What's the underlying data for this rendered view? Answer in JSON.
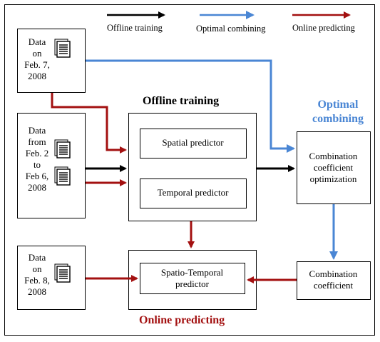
{
  "legend": {
    "offline": "Offline training",
    "optimal": "Optimal combining",
    "online": "Online predicting"
  },
  "colors": {
    "offline": "#000000",
    "optimal": "#4a86d4",
    "online": "#a31010"
  },
  "data_feb7": [
    "Data",
    "on",
    "Feb. 7,",
    "2008"
  ],
  "data_feb2_6": [
    "Data",
    "from",
    "Feb. 2",
    "to",
    "Feb 6,",
    "2008"
  ],
  "data_feb8": [
    "Data",
    "on",
    "Feb. 8,",
    "2008"
  ],
  "offline_title": "Offline training",
  "spatial_predictor": "Spatial predictor",
  "temporal_predictor": "Temporal predictor",
  "optimal_title": [
    "Optimal",
    "combining"
  ],
  "combination_opt": [
    "Combination",
    "coefficient",
    "optimization"
  ],
  "spatio_temporal": [
    "Spatio-Temporal",
    "predictor"
  ],
  "combination_coef": [
    "Combination",
    "coefficient"
  ],
  "online_title": "Online predicting",
  "icons": [
    "document-icon"
  ]
}
